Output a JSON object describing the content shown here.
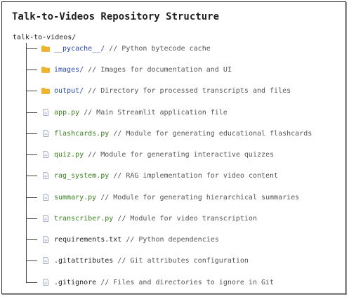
{
  "title": "Talk-to-Videos Repository Structure",
  "root": "talk-to-videos/",
  "entries": [
    {
      "name": "__pycache__/",
      "comment": "// Python bytecode cache",
      "kind": "folder",
      "style": "dir",
      "icon": "folder-icon"
    },
    {
      "name": "images/",
      "comment": "// Images for documentation and UI",
      "kind": "folder",
      "style": "dir",
      "icon": "folder-icon"
    },
    {
      "name": "output/",
      "comment": "// Directory for processed transcripts and files",
      "kind": "folder",
      "style": "dir",
      "icon": "folder-icon"
    },
    {
      "name": "app.py",
      "comment": "// Main Streamlit application file",
      "kind": "file",
      "style": "py",
      "icon": "file-icon"
    },
    {
      "name": "flashcards.py",
      "comment": "// Module for generating educational flashcards",
      "kind": "file",
      "style": "py",
      "icon": "file-icon"
    },
    {
      "name": "quiz.py",
      "comment": "// Module for generating interactive quizzes",
      "kind": "file",
      "style": "py",
      "icon": "file-icon"
    },
    {
      "name": "rag_system.py",
      "comment": "// RAG implementation for video content",
      "kind": "file",
      "style": "py",
      "icon": "file-icon"
    },
    {
      "name": "summary.py",
      "comment": "// Module for generating hierarchical summaries",
      "kind": "file",
      "style": "py",
      "icon": "file-icon"
    },
    {
      "name": "transcriber.py",
      "comment": "// Module for video transcription",
      "kind": "file",
      "style": "py",
      "icon": "file-icon"
    },
    {
      "name": "requirements.txt",
      "comment": "// Python dependencies",
      "kind": "file",
      "style": "plain",
      "icon": "file-icon"
    },
    {
      "name": ".gitattributes",
      "comment": "// Git attributes configuration",
      "kind": "file",
      "style": "plain",
      "icon": "file-icon"
    },
    {
      "name": ".gitignore",
      "comment": "// Files and directories to ignore in Git",
      "kind": "file",
      "style": "plain",
      "icon": "file-icon"
    }
  ],
  "colors": {
    "folder": "#f0b429",
    "directory_name": "#2a4aa8",
    "python_file": "#3a7d1f",
    "plain_file": "#222222",
    "comment": "#555555",
    "file_icon": "#8a95b8"
  }
}
